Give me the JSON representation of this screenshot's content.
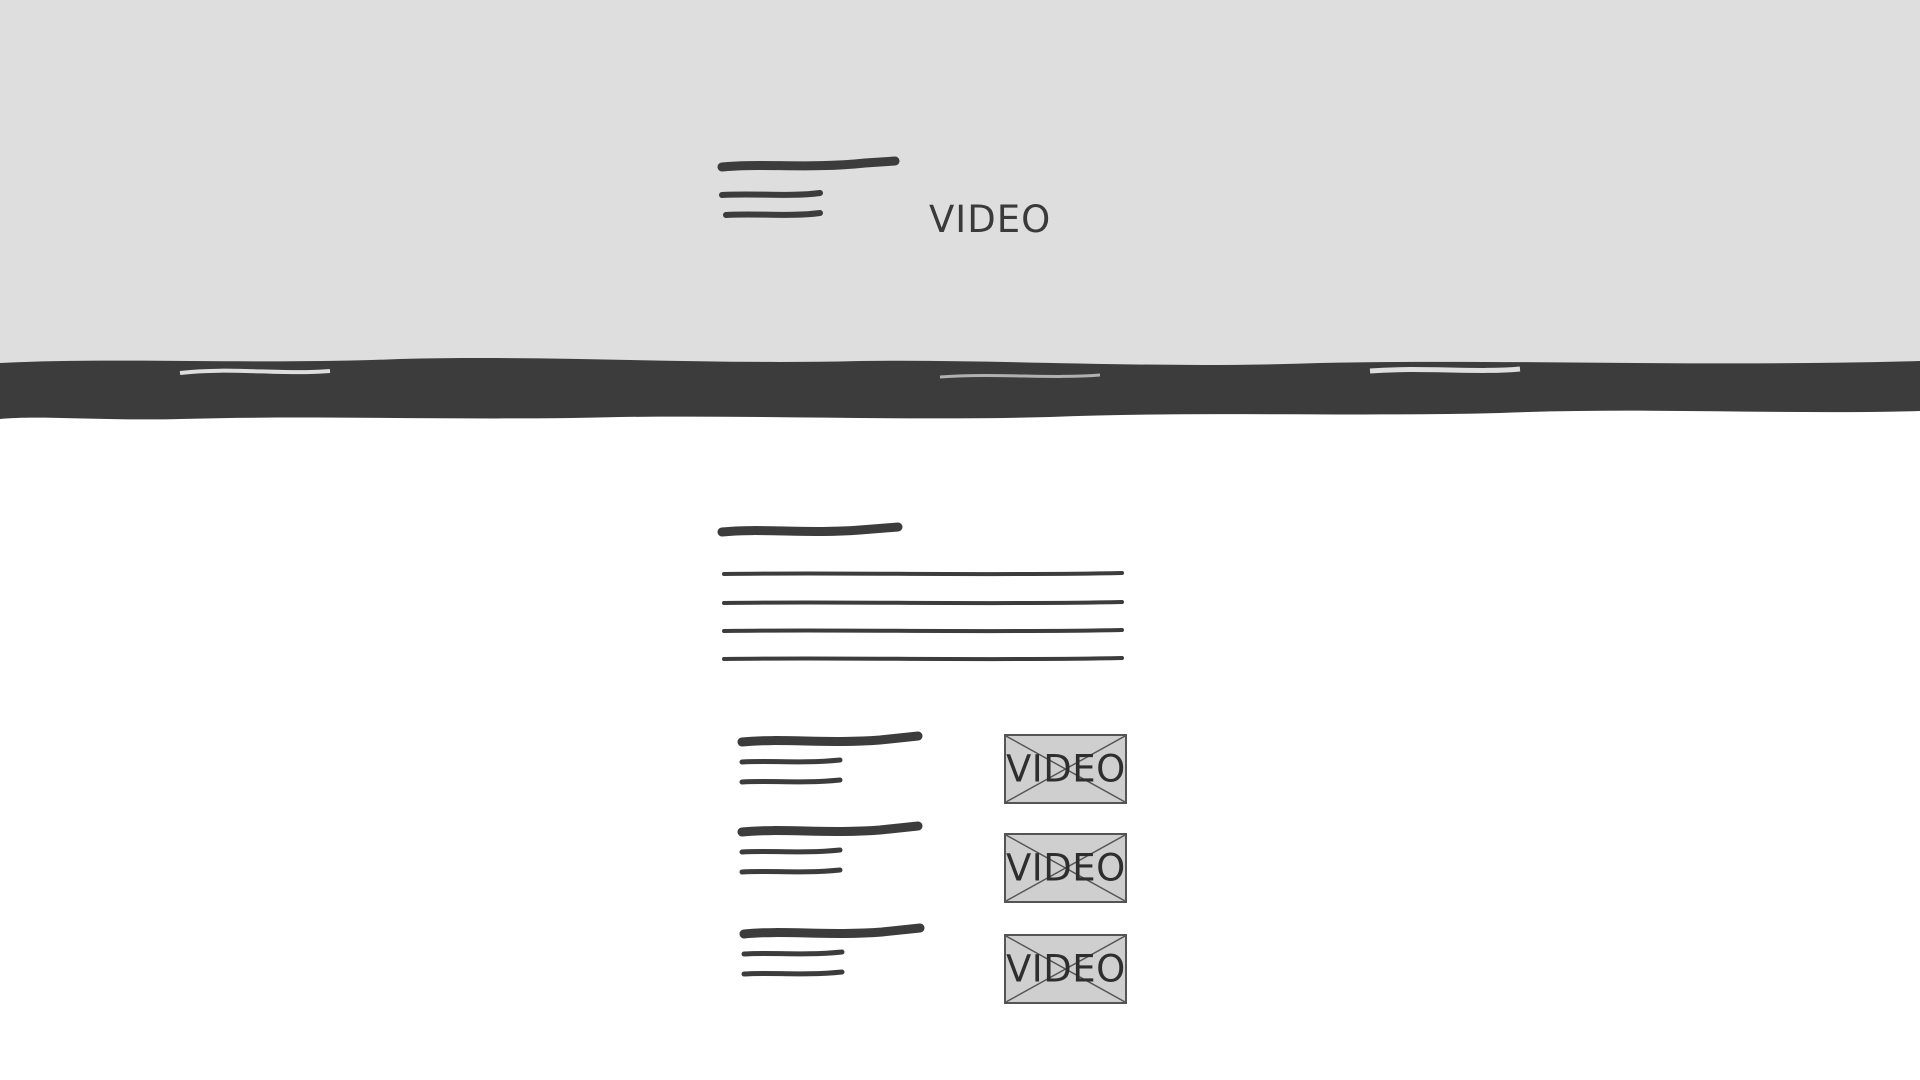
{
  "hero": {
    "video_label": "VIDEO",
    "background": "#dedede"
  },
  "section": {
    "video_items": [
      {
        "label": "VIDEO"
      },
      {
        "label": "VIDEO"
      },
      {
        "label": "VIDEO"
      }
    ]
  },
  "colors": {
    "ink": "#3d3c3d",
    "placeholder_fill": "#cfcfcf"
  }
}
